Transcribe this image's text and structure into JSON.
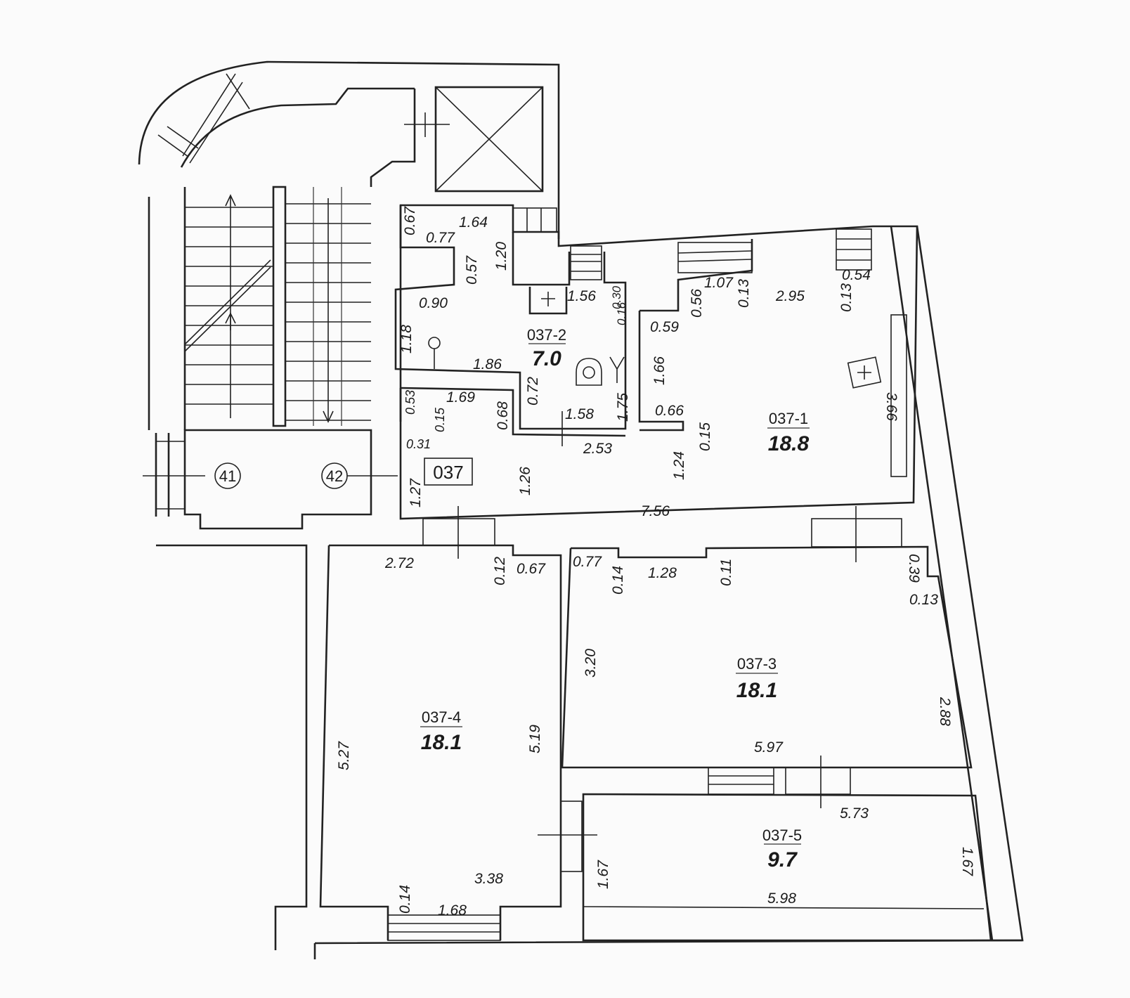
{
  "apartment": "037",
  "axes": [
    "41",
    "42"
  ],
  "rooms": {
    "r1": {
      "id": "037-1",
      "area": "18.8"
    },
    "r2": {
      "id": "037-2",
      "area": "7.0"
    },
    "r3": {
      "id": "037-3",
      "area": "18.1"
    },
    "r4": {
      "id": "037-4",
      "area": "18.1"
    },
    "r5": {
      "id": "037-5",
      "area": "9.7"
    }
  },
  "dims": [
    "0.67",
    "1.64",
    "0.77",
    "1.20",
    "0.57",
    "0.90",
    "1.18",
    "1.56",
    "0.30",
    "0.16",
    "7.0",
    "1.86",
    "0.72",
    "1.75",
    "0.53",
    "1.69",
    "0.68",
    "0.15",
    "0.31",
    "1.58",
    "2.53",
    "1.26",
    "1.27",
    "0.66",
    "1.24",
    "0.15",
    "7.56",
    "1.66",
    "0.59",
    "0.56",
    "1.07",
    "0.13",
    "2.95",
    "0.13",
    "0.54",
    "3.66",
    "2.72",
    "0.12",
    "0.67",
    "0.77",
    "0.14",
    "1.28",
    "0.11",
    "0.39",
    "0.13",
    "3.20",
    "2.88",
    "5.97",
    "5.27",
    "5.19",
    "5.73",
    "1.67",
    "1.67",
    "0.14",
    "1.68",
    "3.38",
    "5.98"
  ]
}
